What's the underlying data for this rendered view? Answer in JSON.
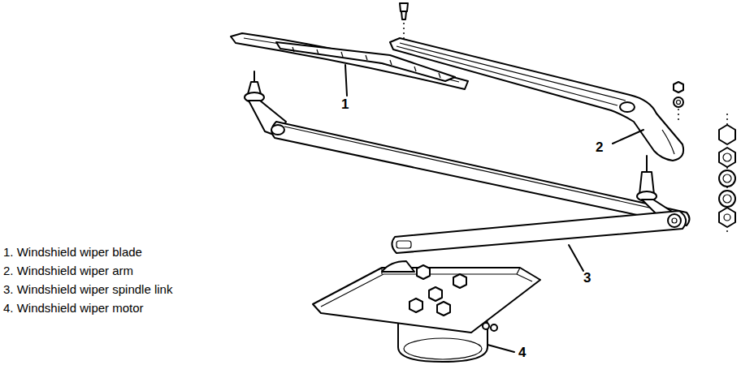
{
  "diagram": {
    "labels": [
      "1",
      "2",
      "3",
      "4",
      "1. Windshield wiper blade",
      "2. Windshield wiper arm",
      "3. Windshield wiper spindle link",
      "4. Windshield wiper motor"
    ]
  }
}
